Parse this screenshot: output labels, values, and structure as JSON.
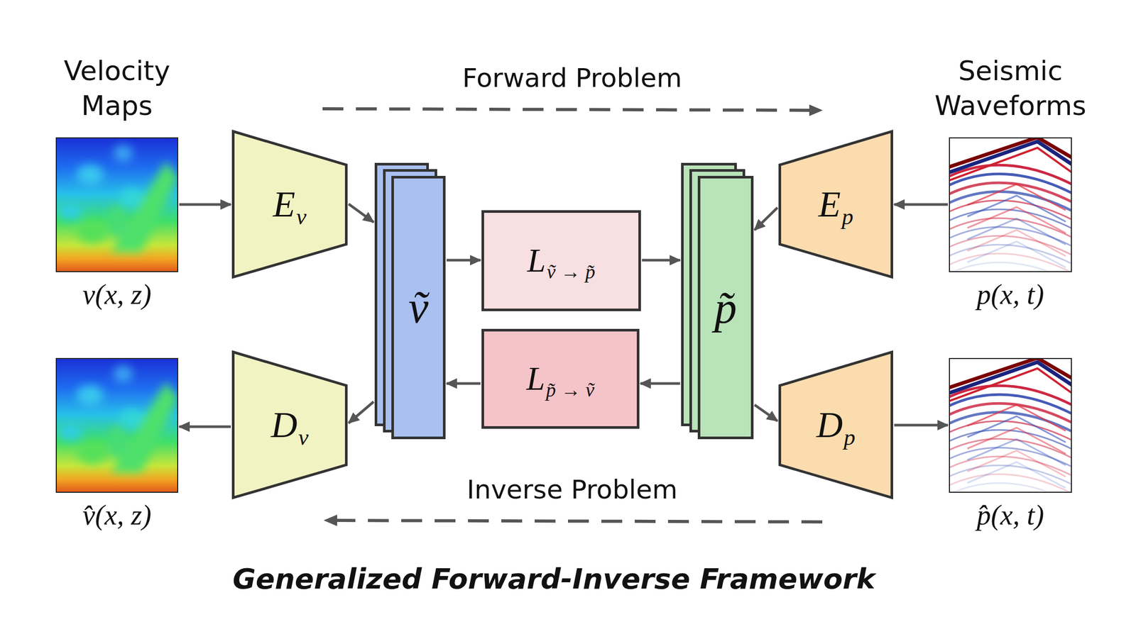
{
  "diagram": {
    "caption": "Generalized Forward-Inverse Framework",
    "nodes": [
      {
        "text": [
          "Velocity Maps",
          "v(x, z)"
        ]
      },
      {
        "text": [
          "E",
          "v"
        ]
      },
      {
        "text": [
          "ṽ"
        ]
      },
      {
        "text": [
          "L",
          "ṽ → p̃"
        ]
      },
      {
        "text": [
          "p̃"
        ]
      },
      {
        "text": [
          "E",
          "p"
        ]
      },
      {
        "text": [
          "Seismic Waveforms",
          "p(x, t)"
        ]
      },
      {
        "text": [
          "v̂(x, z)"
        ]
      },
      {
        "text": [
          "D",
          "v"
        ]
      },
      {
        "text": [
          "L",
          "p̃ → ṽ"
        ]
      },
      {
        "text": [
          "D",
          "p"
        ]
      },
      {
        "text": [
          "p̂(x, t)"
        ]
      }
    ],
    "edges": [
      {
        "from": 0,
        "to": 1,
        "arrow": "to"
      },
      {
        "from": 1,
        "to": 2,
        "arrow": "to"
      },
      {
        "from": 2,
        "to": 3,
        "arrow": "to"
      },
      {
        "from": 3,
        "to": 4,
        "arrow": "to"
      },
      {
        "from": 6,
        "to": 5,
        "arrow": "to"
      },
      {
        "from": 5,
        "to": 4,
        "arrow": "to"
      },
      {
        "from": 4,
        "to": 9,
        "arrow": "to"
      },
      {
        "from": 9,
        "to": 2,
        "arrow": "to"
      },
      {
        "from": 2,
        "to": 8,
        "arrow": "to"
      },
      {
        "from": 8,
        "to": 7,
        "arrow": "to"
      },
      {
        "from": 4,
        "to": 10,
        "arrow": "to"
      },
      {
        "from": 10,
        "to": 11,
        "arrow": "to"
      }
    ],
    "labels": [
      "Forward Problem",
      "Inverse Problem"
    ]
  }
}
